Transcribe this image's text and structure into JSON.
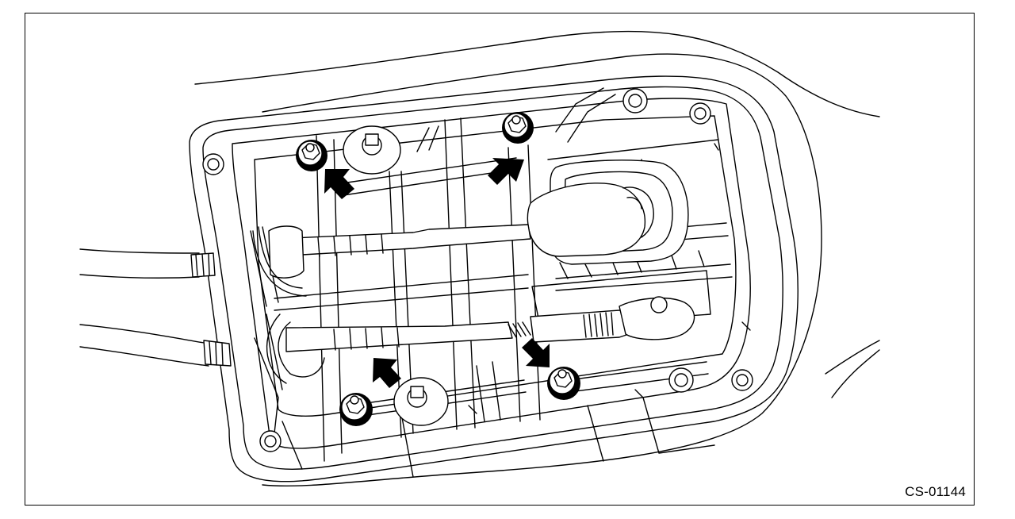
{
  "figure": {
    "code": "CS-01144",
    "colors": {
      "line": "#000000",
      "background": "#ffffff",
      "arrow": "#000000"
    },
    "arrows": [
      {
        "name": "arrow-upper-left-nut",
        "points_to": "nut"
      },
      {
        "name": "arrow-upper-right-nut",
        "points_to": "nut"
      },
      {
        "name": "arrow-lower-left-nut",
        "points_to": "nut"
      },
      {
        "name": "arrow-lower-right-nut",
        "points_to": "nut"
      }
    ]
  }
}
